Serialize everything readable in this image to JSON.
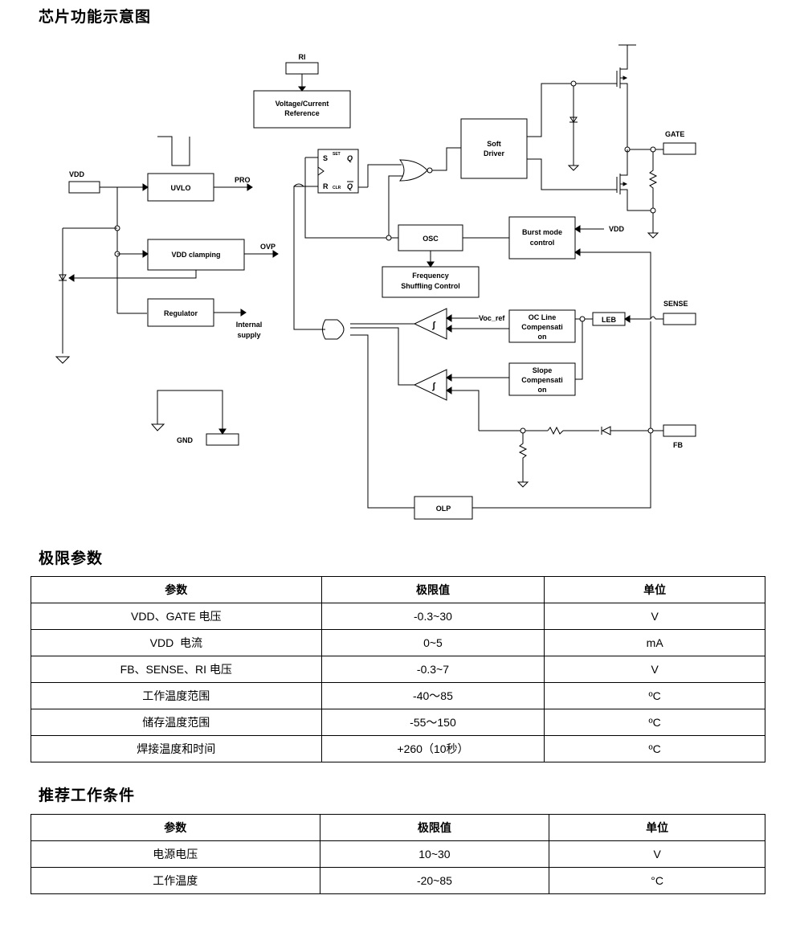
{
  "headings": {
    "diagram": "芯片功能示意图",
    "limits": "极限参数",
    "recommended": "推荐工作条件"
  },
  "diagram_labels": {
    "ri": "RI",
    "voltage_ref_1": "Voltage/Current",
    "voltage_ref_2": "Reference",
    "vdd_in": "VDD",
    "uvlo": "UVLO",
    "pro": "PRO",
    "vdd_clamping": "VDD clamping",
    "ovp": "OVP",
    "regulator": "Regulator",
    "internal_1": "Internal",
    "internal_2": "supply",
    "gnd": "GND",
    "ff_s": "S",
    "ff_set": "SET",
    "ff_q": "Q",
    "ff_r": "R",
    "ff_clr": "CLR",
    "ff_qbar": "Q",
    "soft_driver_1": "Soft",
    "soft_driver_2": "Driver",
    "gate": "GATE",
    "osc": "OSC",
    "freq_1": "Frequency",
    "freq_2": "Shuffling Control",
    "burst_1": "Burst mode",
    "burst_2": "control",
    "vdd_burst": "VDD",
    "sense": "SENSE",
    "voc_ref": "Voc_ref",
    "oc_1": "OC Line",
    "oc_2": "Compensati",
    "oc_3": "on",
    "leb": "LEB",
    "slope_1": "Slope",
    "slope_2": "Compensati",
    "slope_3": "on",
    "fb": "FB",
    "olp": "OLP",
    "integrator": "∫"
  },
  "limits_table": {
    "headers": [
      "参数",
      "极限值",
      "单位"
    ],
    "rows": [
      [
        "VDD、GATE 电压",
        "-0.3~30",
        "V"
      ],
      [
        "VDD  电流",
        "0~5",
        "mA"
      ],
      [
        "FB、SENSE、RI 电压",
        "-0.3~7",
        "V"
      ],
      [
        "工作温度范围",
        "-40～85",
        "ºC"
      ],
      [
        "储存温度范围",
        "-55～150",
        "ºC"
      ],
      [
        "焊接温度和时间",
        "+260（10秒）",
        "ºC"
      ]
    ]
  },
  "recommended_table": {
    "headers": [
      "参数",
      "极限值",
      "单位"
    ],
    "rows": [
      [
        "电源电压",
        "10~30",
        "V"
      ],
      [
        "工作温度",
        "-20~85",
        "°C"
      ]
    ]
  }
}
